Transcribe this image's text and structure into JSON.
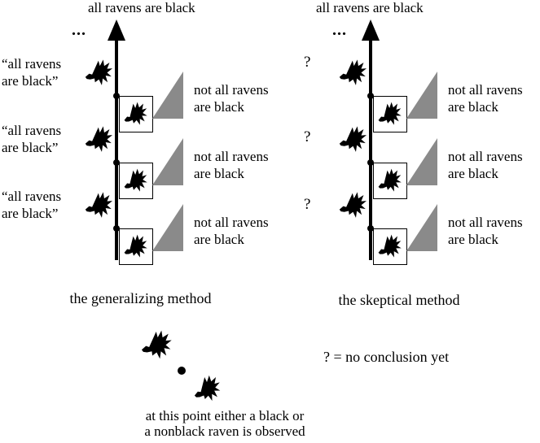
{
  "left": {
    "title": "all ravens are black",
    "ellipsis": "...",
    "levels": [
      {
        "label_line1": "“all ravens",
        "label_line2": "are black”",
        "branch_line1": "not all ravens",
        "branch_line2": "are black"
      },
      {
        "label_line1": "“all ravens",
        "label_line2": "are black”",
        "branch_line1": "not all ravens",
        "branch_line2": "are black"
      },
      {
        "label_line1": "“all ravens",
        "label_line2": "are black”",
        "branch_line1": "not all ravens",
        "branch_line2": "are black"
      }
    ],
    "caption": "the generalizing method"
  },
  "right": {
    "title": "all ravens are black",
    "ellipsis": "...",
    "levels": [
      {
        "label": "?",
        "branch_line1": "not all ravens",
        "branch_line2": "are black"
      },
      {
        "label": "?",
        "branch_line1": "not all ravens",
        "branch_line2": "are black"
      },
      {
        "label": "?",
        "branch_line1": "not all ravens",
        "branch_line2": "are black"
      }
    ],
    "caption": "the skeptical method"
  },
  "bottom": {
    "note_line1": "at this point either a black or",
    "note_line2": "a nonblack raven is observed",
    "legend": "? = no conclusion yet"
  },
  "icons": {
    "black_raven": "black-raven-icon",
    "white_raven": "white-raven-icon",
    "cone": "possibility-cone",
    "arrow": "inquiry-timeline-arrow"
  },
  "colors": {
    "cone": "#8a8a8a",
    "ink": "#000000"
  }
}
